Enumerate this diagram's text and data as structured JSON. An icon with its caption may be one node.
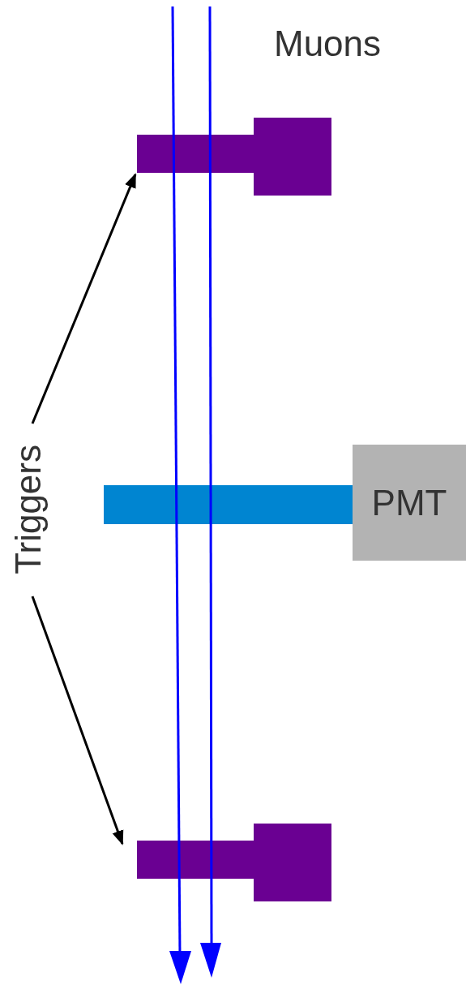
{
  "diagram": {
    "nodes": [
      {
        "text": [],
        "shape": "box"
      },
      {
        "text": [
          "Triggers"
        ]
      },
      {
        "text": [],
        "shape": "bar"
      },
      {
        "text": [
          "PMT"
        ]
      },
      {
        "text": [],
        "shape": "box"
      }
    ],
    "edges": [
      {
        "from": 1,
        "to": 0,
        "arrow": "to"
      },
      {
        "from": 1,
        "to": 4,
        "arrow": "to"
      }
    ],
    "labels": [
      "Muons"
    ]
  }
}
